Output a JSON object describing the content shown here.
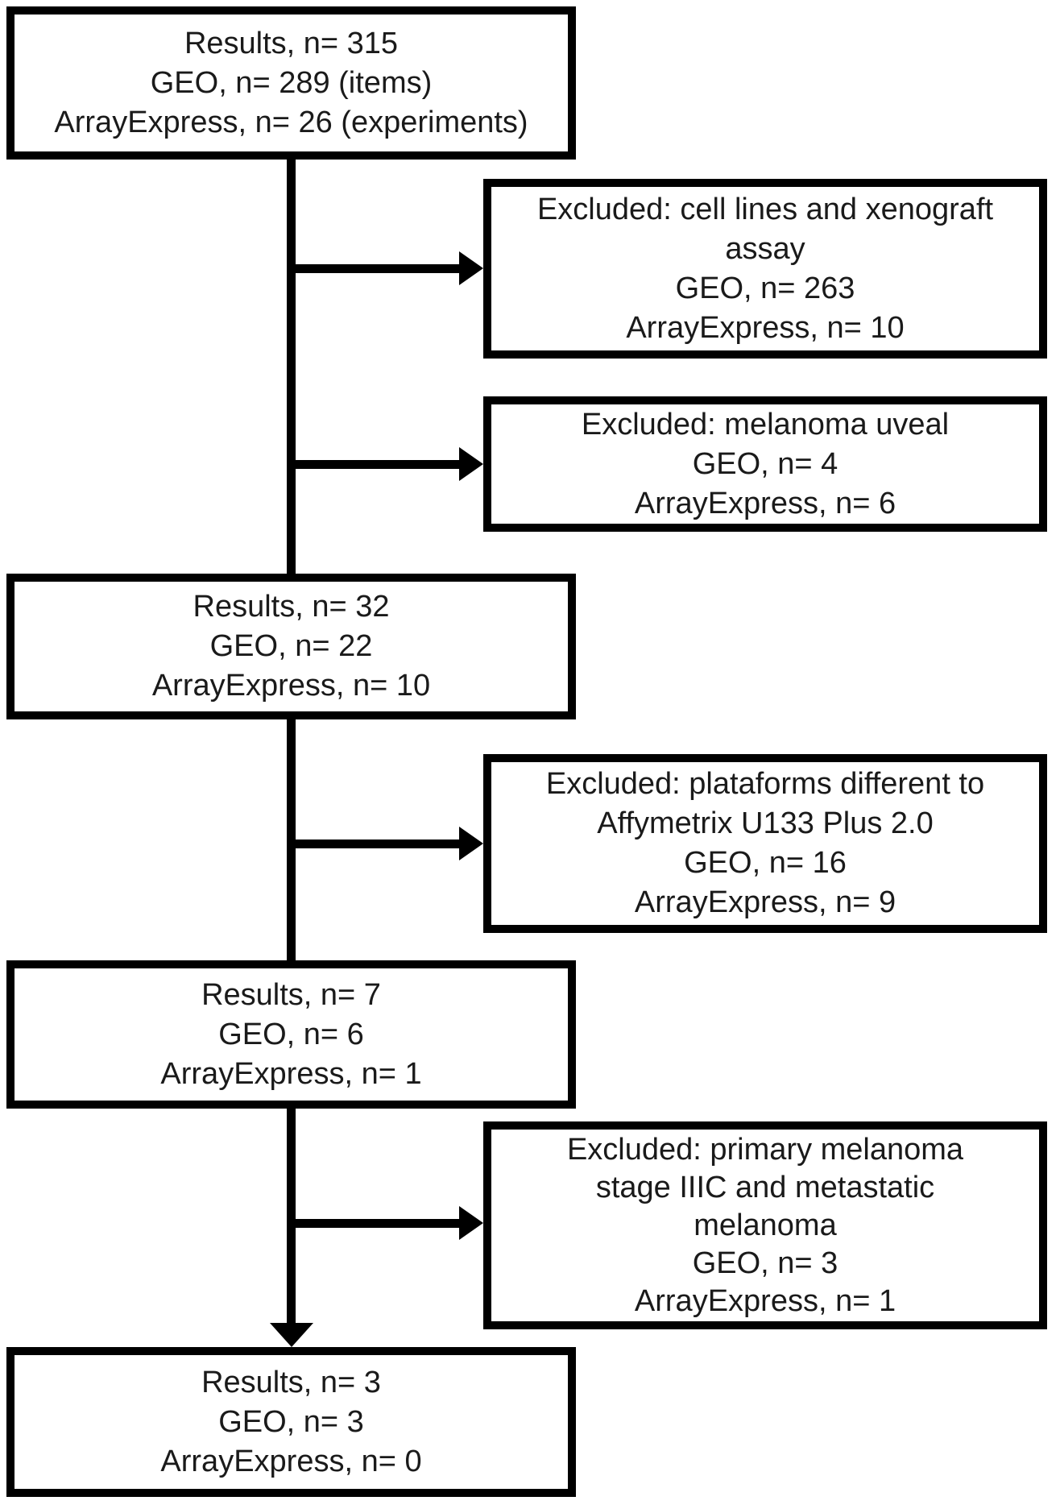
{
  "colors": {
    "border": "#000000",
    "text": "#1a1a1a",
    "background": "#ffffff"
  },
  "flow": {
    "left_column": [
      {
        "id": "results-initial",
        "lines": [
          "Results, n= 315",
          "GEO, n= 289 (items)",
          "ArrayExpress, n= 26 (experiments)"
        ]
      },
      {
        "id": "results-after-exclusion-1",
        "lines": [
          "Results, n= 32",
          "GEO, n= 22",
          "ArrayExpress, n= 10"
        ]
      },
      {
        "id": "results-after-exclusion-2",
        "lines": [
          "Results, n= 7",
          "GEO, n= 6",
          "ArrayExpress, n= 1"
        ]
      },
      {
        "id": "results-final",
        "lines": [
          "Results, n= 3",
          "GEO, n= 3",
          "ArrayExpress, n= 0"
        ]
      }
    ],
    "right_column": [
      {
        "id": "excluded-cell-lines-xenograft",
        "lines": [
          "Excluded: cell lines and xenograft",
          "assay",
          "GEO, n= 263",
          "ArrayExpress, n= 10"
        ]
      },
      {
        "id": "excluded-melanoma-uveal",
        "lines": [
          "Excluded: melanoma uveal",
          "GEO, n= 4",
          "ArrayExpress, n= 6"
        ]
      },
      {
        "id": "excluded-platforms",
        "lines": [
          "Excluded: plataforms different to",
          "Affymetrix U133 Plus 2.0",
          "GEO, n= 16",
          "ArrayExpress, n= 9"
        ]
      },
      {
        "id": "excluded-primary-melanoma",
        "lines": [
          "Excluded: primary melanoma",
          "stage IIIC and metastatic",
          "melanoma",
          "GEO, n= 3",
          "ArrayExpress, n= 1"
        ]
      }
    ],
    "edges": [
      {
        "from": "results-initial",
        "to": "excluded-cell-lines-xenograft"
      },
      {
        "from": "results-initial",
        "to": "excluded-melanoma-uveal"
      },
      {
        "from": "results-initial",
        "to": "results-after-exclusion-1"
      },
      {
        "from": "results-after-exclusion-1",
        "to": "excluded-platforms"
      },
      {
        "from": "results-after-exclusion-1",
        "to": "results-after-exclusion-2"
      },
      {
        "from": "results-after-exclusion-2",
        "to": "excluded-primary-melanoma"
      },
      {
        "from": "results-after-exclusion-2",
        "to": "results-final"
      }
    ]
  }
}
